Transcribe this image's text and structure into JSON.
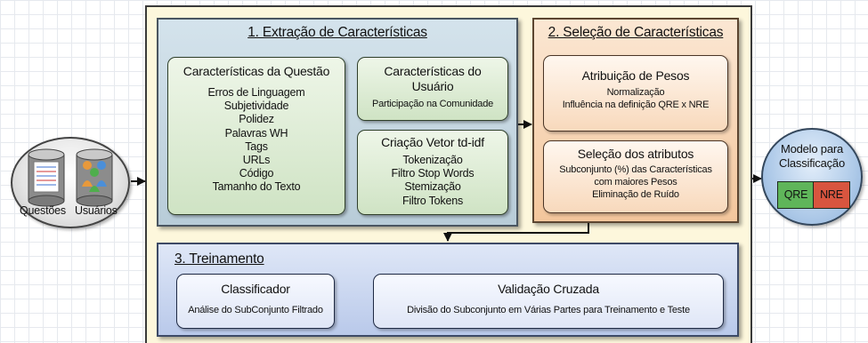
{
  "input": {
    "questions_label": "Questões",
    "users_label": "Usuários"
  },
  "extraction": {
    "title": "1. Extração de Características",
    "question_features": {
      "title": "Características da Questão",
      "items": [
        "Erros de Linguagem",
        "Subjetividade",
        "Polidez",
        "Palavras WH",
        "Tags",
        "URLs",
        "Código",
        "Tamanho do Texto"
      ]
    },
    "user_features": {
      "title_line1": "Características do",
      "title_line2": "Usuário",
      "item": "Participação na Comunidade"
    },
    "tfidf": {
      "title": "Criação Vetor td-idf",
      "items": [
        "Tokenização",
        "Filtro Stop Words",
        "Stemização",
        "Filtro Tokens"
      ]
    }
  },
  "selection": {
    "title": "2. Seleção de Características",
    "weights": {
      "title": "Atribuição de Pesos",
      "items": [
        "Normalização",
        "Influência na definição QRE x NRE"
      ]
    },
    "attributes": {
      "title": "Seleção dos atributos",
      "items": [
        "Subconjunto (%) das Características",
        "com maiores Pesos",
        "Eliminação de Ruído"
      ]
    }
  },
  "training": {
    "title": "3. Treinamento",
    "classifier": {
      "title": "Classificador",
      "item": "Análise do SubConjunto Filtrado"
    },
    "validation": {
      "title": "Validação Cruzada",
      "item": "Divisão do Subconjunto em Várias Partes para Treinamento e Teste"
    }
  },
  "output": {
    "title_line1": "Modelo para",
    "title_line2": "Classificação",
    "class_a": "QRE",
    "class_b": "NRE",
    "class_a_color": "#5fb55a",
    "class_b_color": "#d8553f"
  }
}
